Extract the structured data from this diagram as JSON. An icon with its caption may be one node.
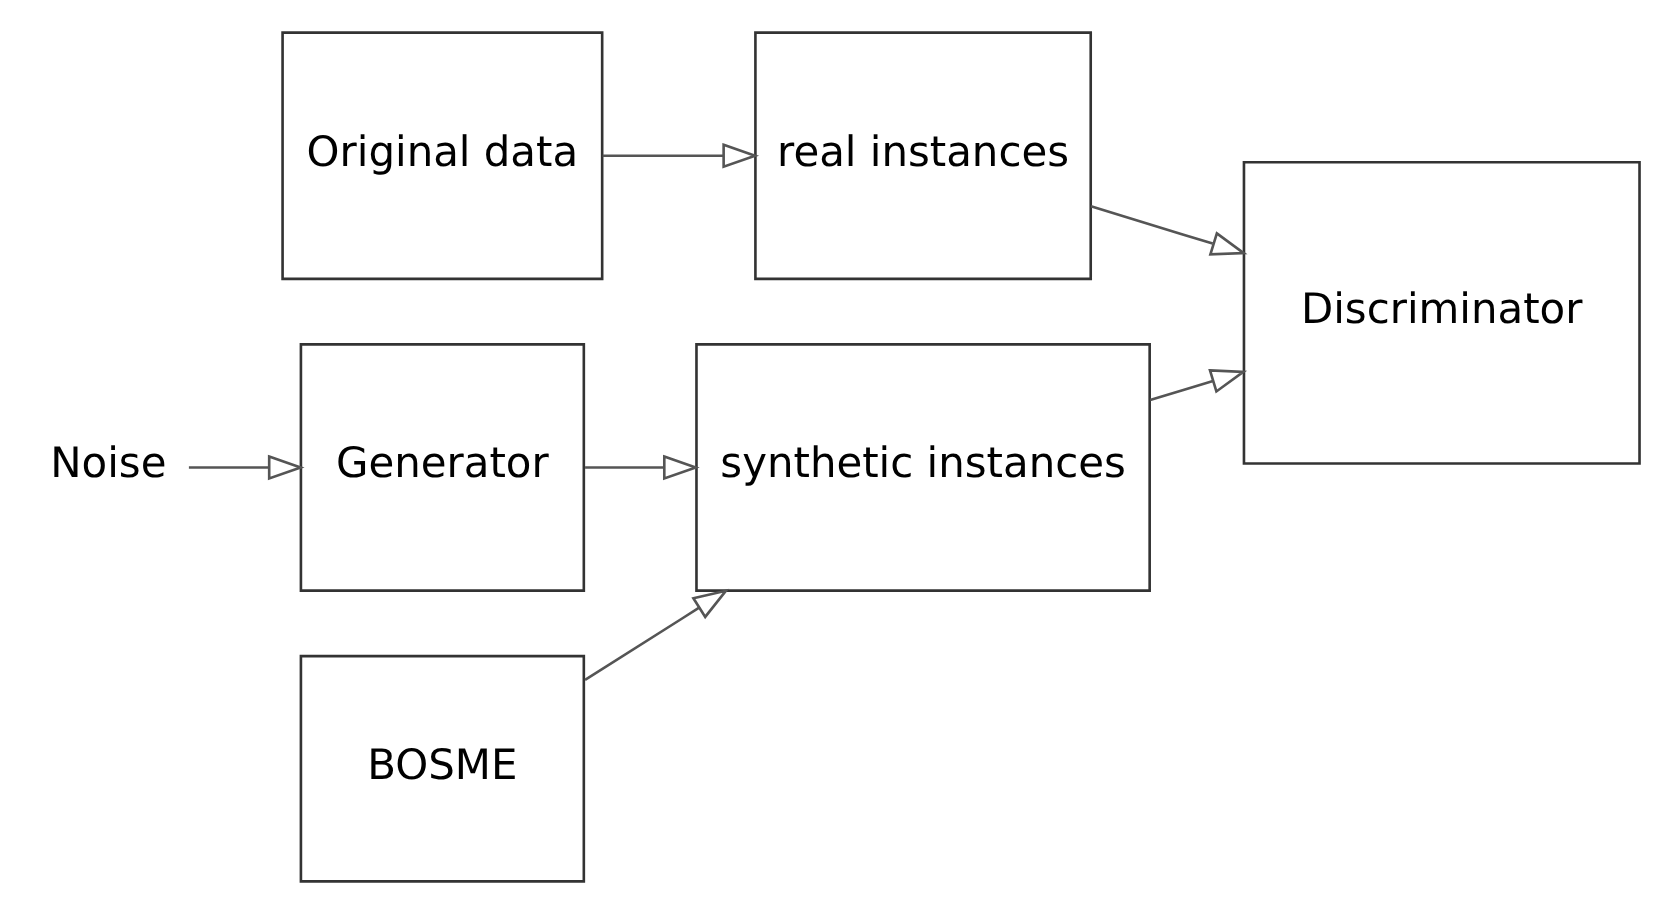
{
  "diagram": {
    "nodes": [
      {
        "text": [
          "Original data"
        ]
      },
      {
        "text": [
          "real instances"
        ]
      },
      {
        "text": [
          "Discriminator"
        ]
      },
      {
        "text": [
          "Noise"
        ]
      },
      {
        "text": [
          "Generator"
        ]
      },
      {
        "text": [
          "synthetic instances"
        ]
      },
      {
        "text": [
          "BOSME"
        ]
      }
    ],
    "edges": [
      {
        "from": 0,
        "to": 1,
        "arrow": "to"
      },
      {
        "from": 1,
        "to": 2,
        "arrow": "to"
      },
      {
        "from": 3,
        "to": 4,
        "arrow": "to"
      },
      {
        "from": 4,
        "to": 5,
        "arrow": "to"
      },
      {
        "from": 6,
        "to": 5,
        "arrow": "to"
      },
      {
        "from": 5,
        "to": 2,
        "arrow": "to"
      }
    ]
  }
}
